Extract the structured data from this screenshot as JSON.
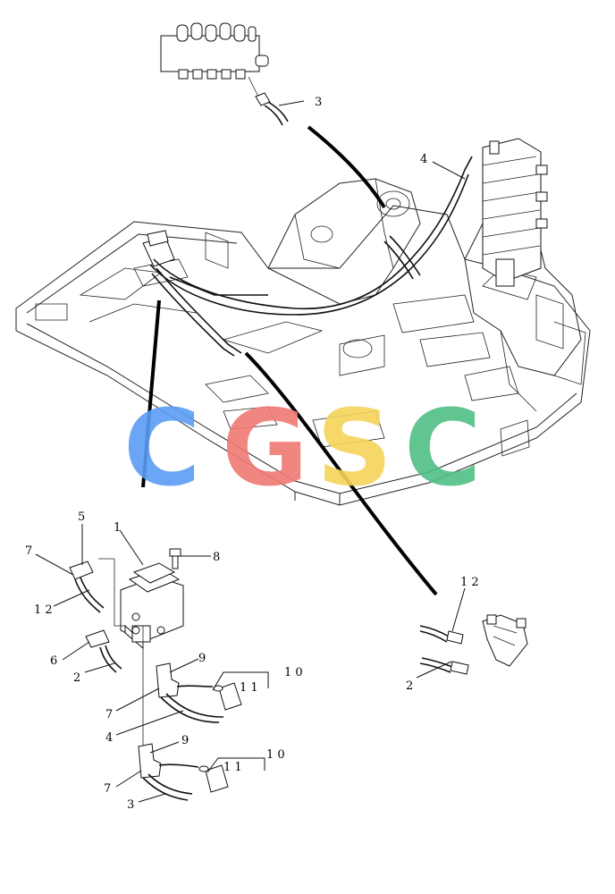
{
  "callouts": {
    "top": {
      "c3": "3",
      "c4": "4"
    },
    "left": {
      "c1": "1",
      "c5": "5",
      "c7a": "7",
      "c12": "1 2",
      "c8": "8",
      "c6": "6",
      "c2": "2",
      "c9a": "9",
      "c10a": "1 0",
      "c11a": "1 1",
      "c7b": "7",
      "c4": "4",
      "c9b": "9",
      "c10b": "1 0",
      "c11b": "1 1",
      "c7c": "7",
      "c3": "3"
    },
    "right": {
      "c12": "1 2",
      "c2": "2"
    }
  },
  "watermark": {
    "letters": [
      "C",
      "G",
      "S",
      "C"
    ],
    "colors": [
      "#5b9cf5",
      "#f07a74",
      "#f5d35a",
      "#4fbf85"
    ]
  }
}
